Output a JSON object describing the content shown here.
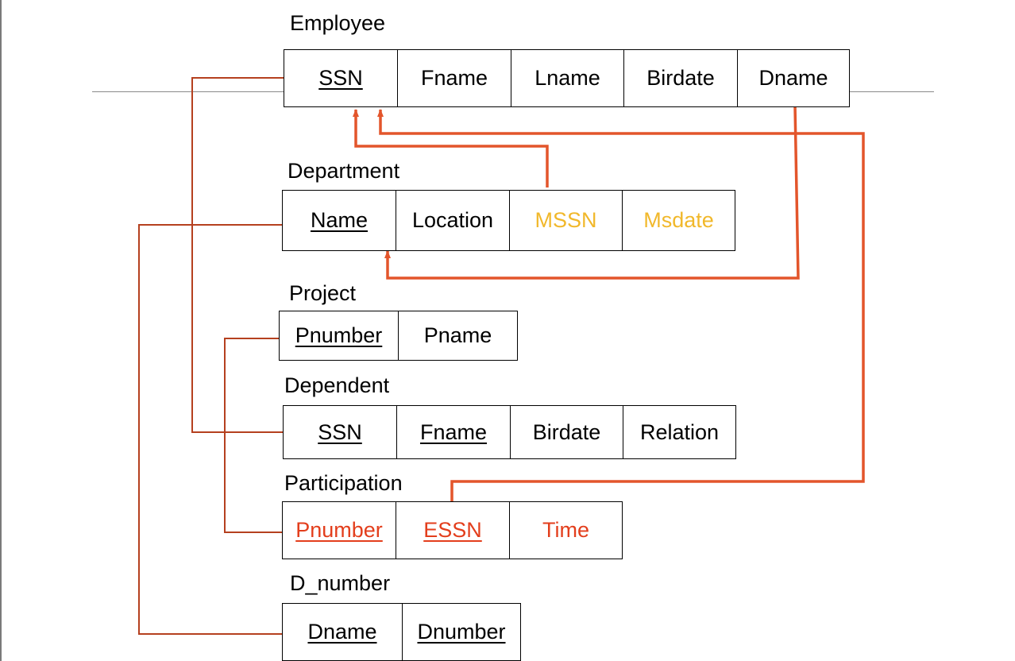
{
  "relations": {
    "employee": {
      "title": "Employee",
      "attrs": [
        "SSN",
        "Fname",
        "Lname",
        "Birdate",
        "Dname"
      ]
    },
    "department": {
      "title": "Department",
      "attrs": [
        "Name",
        "Location",
        "MSSN",
        "Msdate"
      ]
    },
    "project": {
      "title": "Project",
      "attrs": [
        "Pnumber",
        "Pname"
      ]
    },
    "dependent": {
      "title": "Dependent",
      "attrs": [
        "SSN",
        "Fname",
        "Birdate",
        "Relation"
      ]
    },
    "participation": {
      "title": "Participation",
      "attrs": [
        "Pnumber",
        "ESSN",
        "Time"
      ]
    },
    "d_number": {
      "title": "D_number",
      "attrs": [
        "Dname",
        "Dnumber"
      ]
    }
  },
  "colors": {
    "dark_arrow": "#b5401f",
    "bright_arrow": "#e3552b",
    "yellow_text": "#f1b82b",
    "red_text": "#e33e1c"
  },
  "links": [
    {
      "from": "Dependent.SSN",
      "to": "Employee.SSN"
    },
    {
      "from": "Department.MSSN",
      "to": "Employee.SSN"
    },
    {
      "from": "Participation.ESSN",
      "to": "Employee.SSN"
    },
    {
      "from": "Employee.Dname",
      "to": "Department.Name"
    },
    {
      "from": "D_number.Dname",
      "to": "Department.Name"
    },
    {
      "from": "Participation.Pnumber",
      "to": "Project.Pnumber"
    }
  ]
}
